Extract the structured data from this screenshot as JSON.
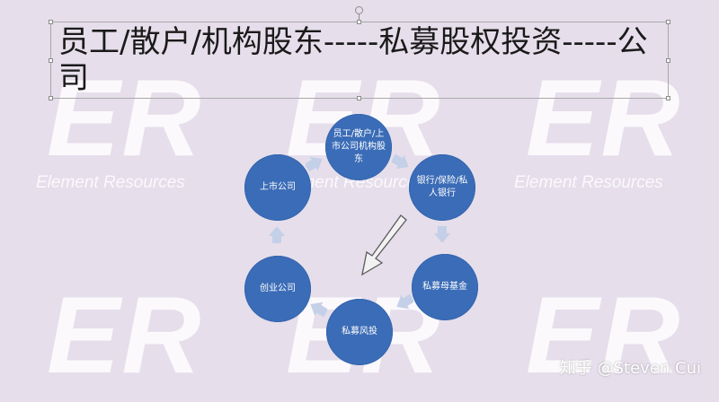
{
  "title": "员工/散户/机构股东-----私募股权投资-----公司",
  "watermark": {
    "mark": "ER",
    "tagline": "Element Resources"
  },
  "colors": {
    "background": "#e6deeb",
    "node_fill": "#3b6cb7",
    "arrow_fill": "#c4d0e8",
    "center_arrow_fill": "#f2f2f2",
    "watermark": "#fbf9fc"
  },
  "diagram": {
    "nodes": [
      {
        "id": "shareholders",
        "label": "员工/散户/上市公司机构股东"
      },
      {
        "id": "banks",
        "label": "银行/保险/私人银行"
      },
      {
        "id": "pe_fof",
        "label": "私募母基金"
      },
      {
        "id": "pe_vc",
        "label": "私募风投"
      },
      {
        "id": "startup",
        "label": "创业公司"
      },
      {
        "id": "listed",
        "label": "上市公司"
      }
    ],
    "flow": "clockwise",
    "center_arrow": "outline-arrow"
  },
  "credit": "知乎 @Steven Cui"
}
